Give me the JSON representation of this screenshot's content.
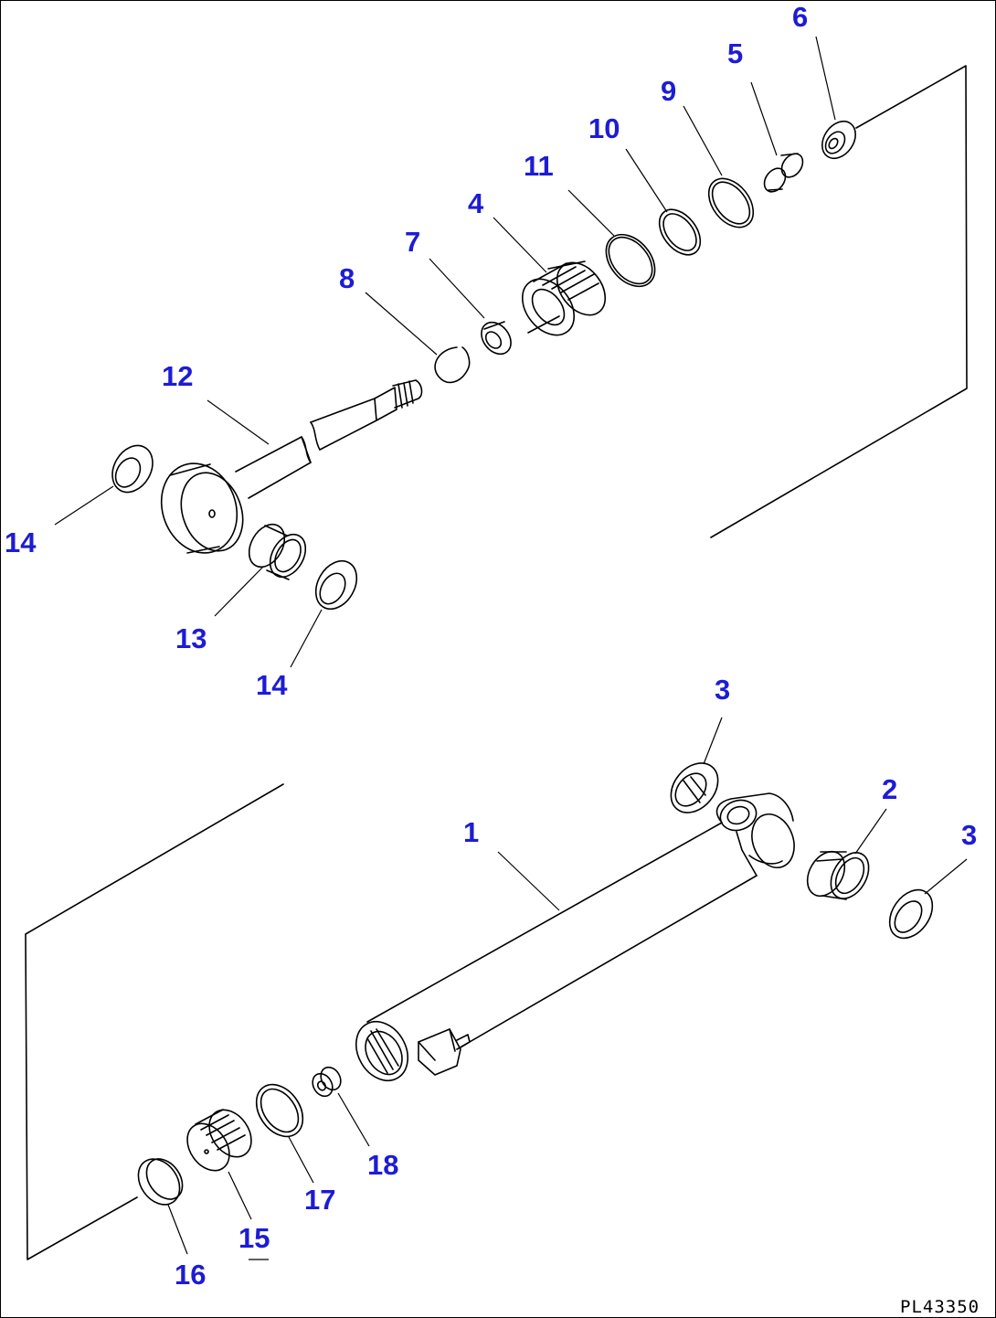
{
  "diagram": {
    "drawing_code": "PL43350",
    "callouts": [
      "1",
      "2",
      "3",
      "3",
      "4",
      "5",
      "6",
      "7",
      "8",
      "9",
      "10",
      "11",
      "12",
      "13",
      "14",
      "14",
      "15",
      "16",
      "17",
      "18"
    ]
  }
}
